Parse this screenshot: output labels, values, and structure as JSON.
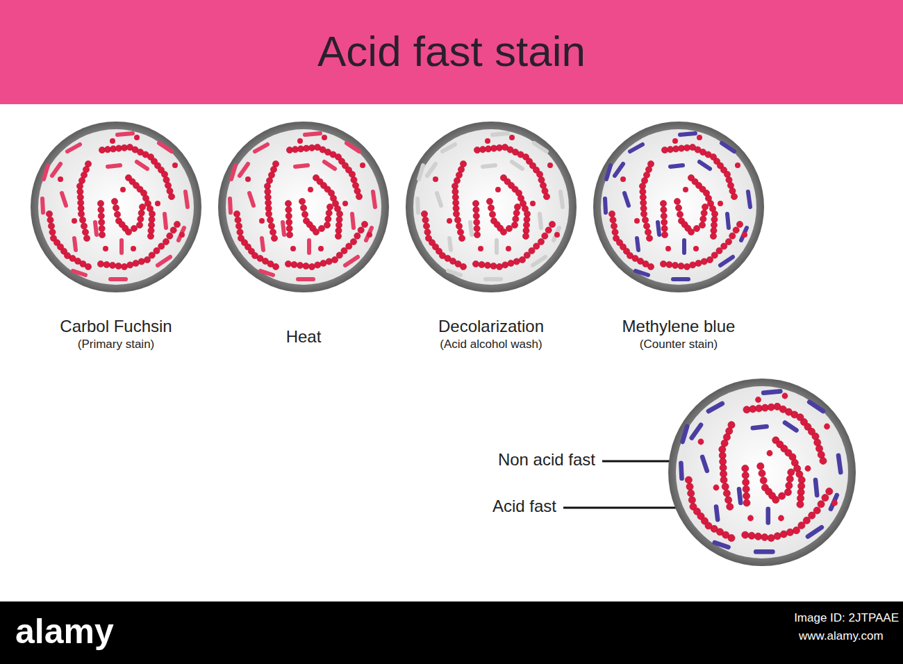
{
  "diagram": {
    "title": "Acid fast stain",
    "nodes": [
      {
        "text": [
          "Carbol Fuchsin",
          "(Primary stain)"
        ]
      },
      {
        "text": [
          "Heat"
        ]
      },
      {
        "text": [
          "Decolarization",
          "(Acid alcohol wash)"
        ]
      },
      {
        "text": [
          "Methylene blue",
          "(Counter stain)"
        ]
      }
    ],
    "labels": [
      "Non acid fast",
      "Acid fast",
      "alamy",
      "Image ID: 2JTPAAE",
      "www.alamy.com"
    ]
  }
}
